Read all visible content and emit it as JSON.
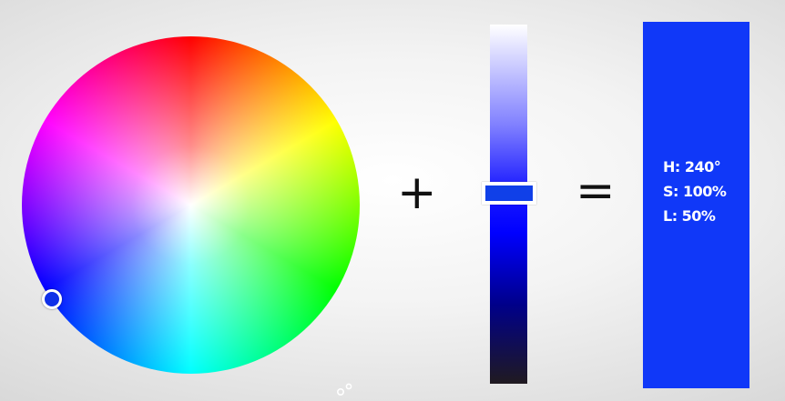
{
  "operators": {
    "plus": "+",
    "equals": "="
  },
  "color_readout": {
    "hue": "H: 240°",
    "saturation": "S: 100%",
    "lightness": "L: 50%"
  },
  "selected_color": "#1038f8",
  "wheel": {
    "selected_hue_deg": 240,
    "selected_saturation_pct": 100
  },
  "lightness_slider": {
    "value_pct": 50
  },
  "colors": {
    "marker_border": "#ffffff",
    "text": "#ffffff",
    "operator": "#111111"
  }
}
